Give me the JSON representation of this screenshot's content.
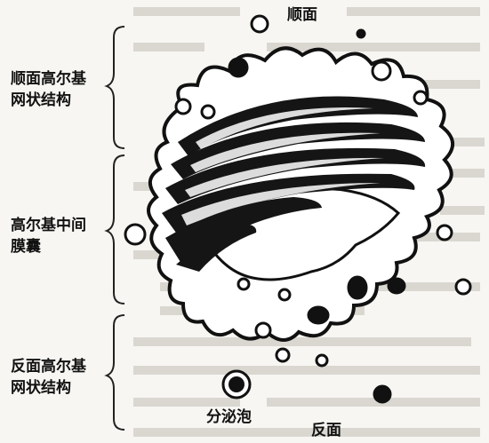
{
  "labels": {
    "cis_face": "顺面",
    "trans_face": "反面",
    "cis_golgi_line1": "顺面高尔基",
    "cis_golgi_line2": "网状结构",
    "medial_line1": "高尔基中间",
    "medial_line2": "膜囊",
    "trans_golgi_line1": "反面高尔基",
    "trans_golgi_line2": "网状结构",
    "secretory_vesicle": "分泌泡"
  }
}
